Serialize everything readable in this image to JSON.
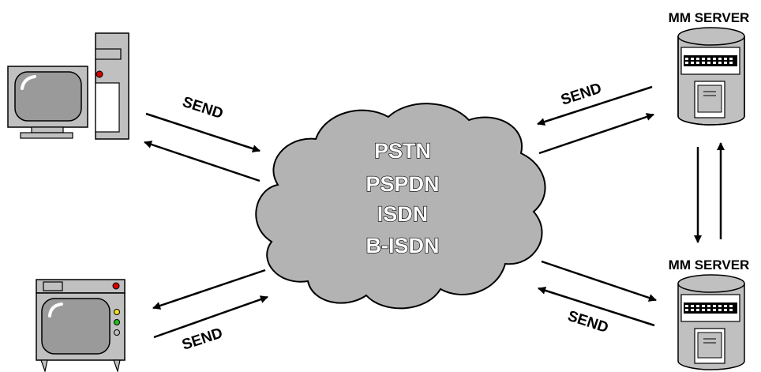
{
  "network": {
    "labels": [
      "PSTN",
      "PSPDN",
      "ISDN",
      "B-ISDN"
    ]
  },
  "arrow_labels": {
    "top_left": "SEND",
    "bottom_left": "SEND",
    "top_right": "SEND",
    "bottom_right": "SEND"
  },
  "servers": {
    "top": "MM SERVER",
    "bottom": "MM SERVER"
  },
  "colors": {
    "device_gray": "#c0c0c0",
    "screen_gray": "#9a9a9a",
    "cloud_gray": "#b3b3b3",
    "indicator_red": "#d00000",
    "indicator_yellow": "#f0e020",
    "indicator_green": "#20c020"
  },
  "icons": [
    "desktop-computer-icon",
    "tv-terminal-icon",
    "server-icon",
    "cloud-network-icon"
  ]
}
